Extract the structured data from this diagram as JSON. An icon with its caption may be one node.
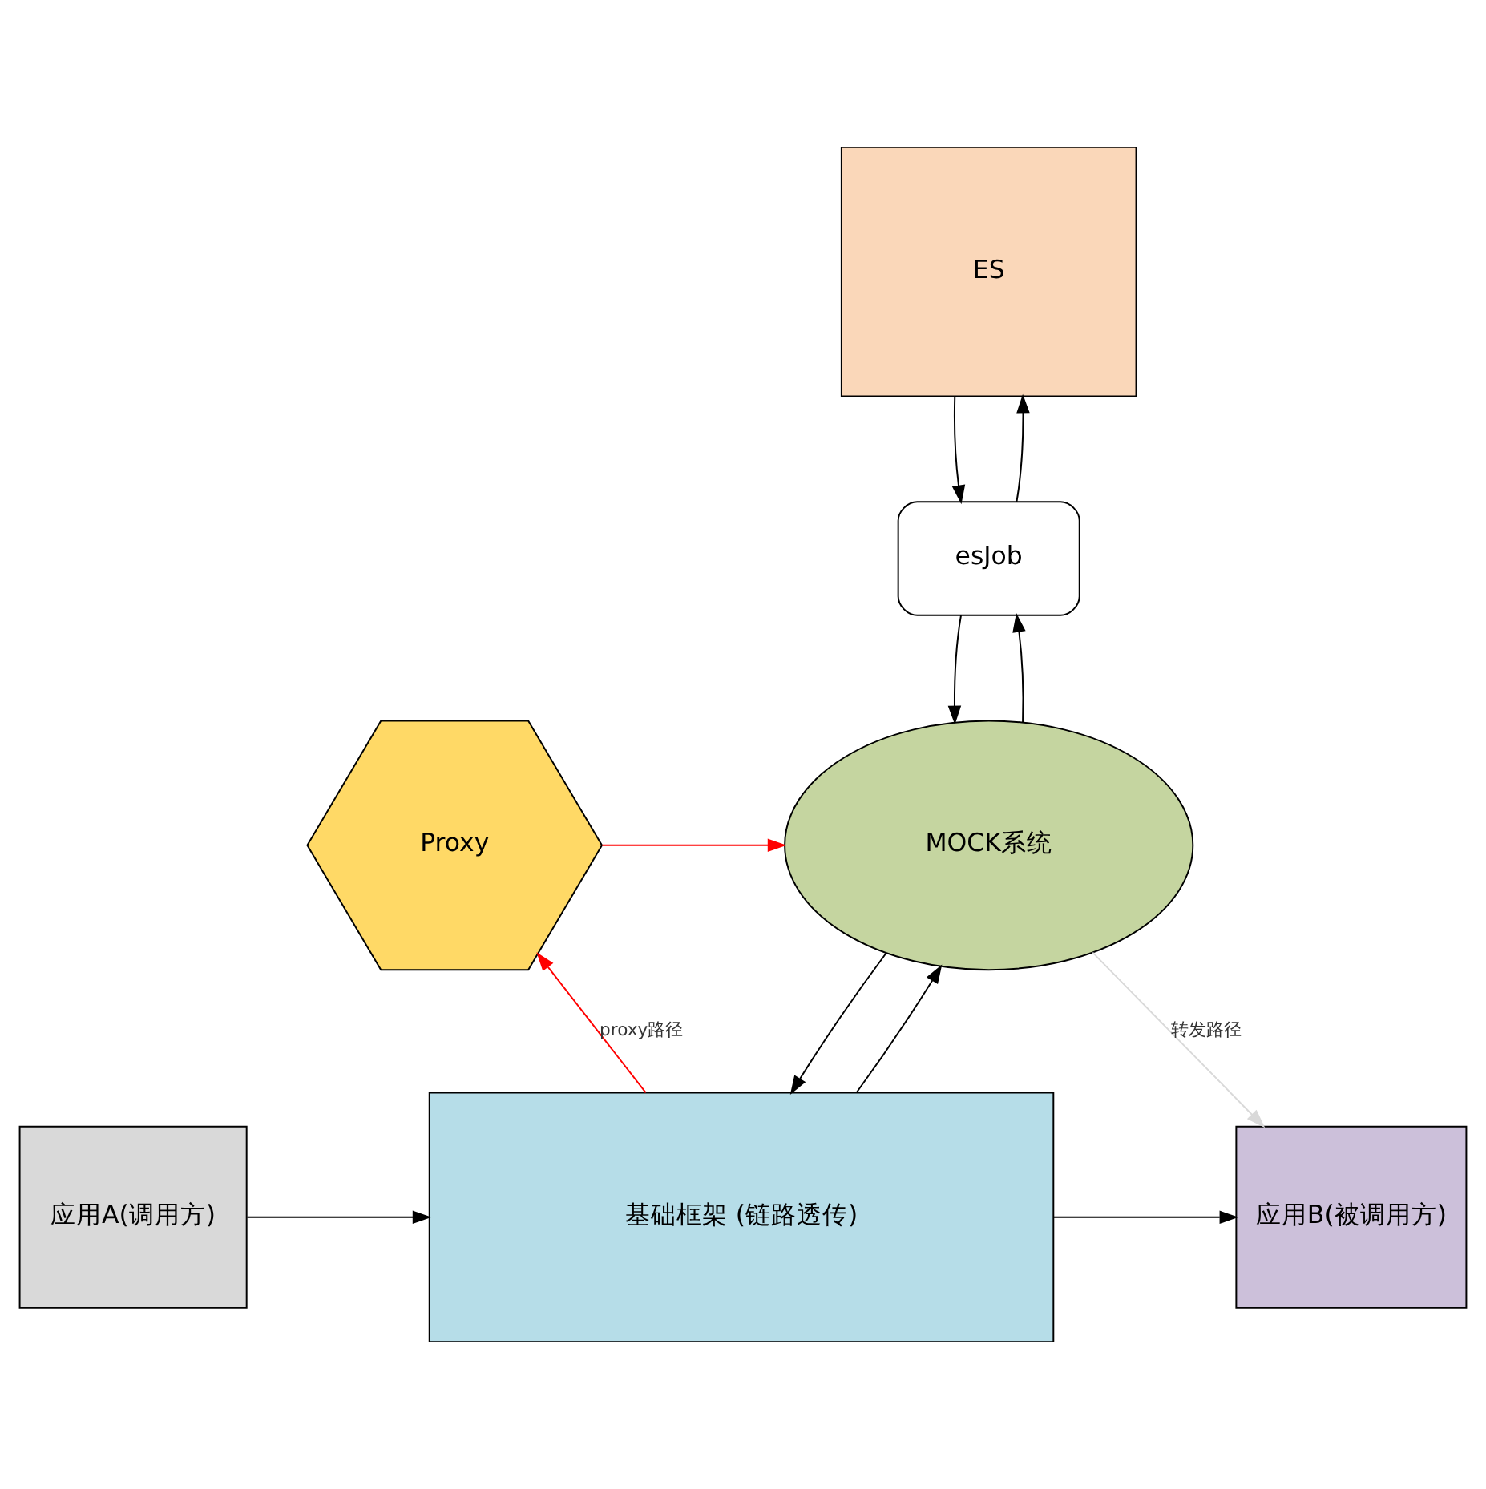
{
  "diagram": {
    "nodes": [
      {
        "text": [
          "ES"
        ]
      },
      {
        "text": [
          "esJob"
        ]
      },
      {
        "text": [
          "Proxy"
        ]
      },
      {
        "text": [
          "MOCK系统"
        ]
      },
      {
        "text": [
          "应用A(调用方)"
        ]
      },
      {
        "text": [
          "基础框架 (链路透传)"
        ]
      },
      {
        "text": [
          "应用B(被调用方)"
        ]
      }
    ],
    "edges": [
      {
        "from": 1,
        "to": 0,
        "arrow": "to"
      },
      {
        "from": 0,
        "to": 1,
        "arrow": "to"
      },
      {
        "from": 1,
        "to": 3,
        "arrow": "to"
      },
      {
        "from": 3,
        "to": 1,
        "arrow": "to"
      },
      {
        "from": 2,
        "to": 3,
        "arrow": "to",
        "color": "#ff0000"
      },
      {
        "from": 5,
        "to": 2,
        "arrow": "to",
        "color": "#ff0000",
        "label": "proxy路径"
      },
      {
        "from": 5,
        "to": 3,
        "arrow": "to"
      },
      {
        "from": 3,
        "to": 5,
        "arrow": "to"
      },
      {
        "from": 3,
        "to": 6,
        "arrow": "to",
        "color": "#d9d9d9",
        "label": "转发路径"
      },
      {
        "from": 4,
        "to": 5,
        "arrow": "to"
      },
      {
        "from": 5,
        "to": 6,
        "arrow": "to"
      }
    ]
  }
}
